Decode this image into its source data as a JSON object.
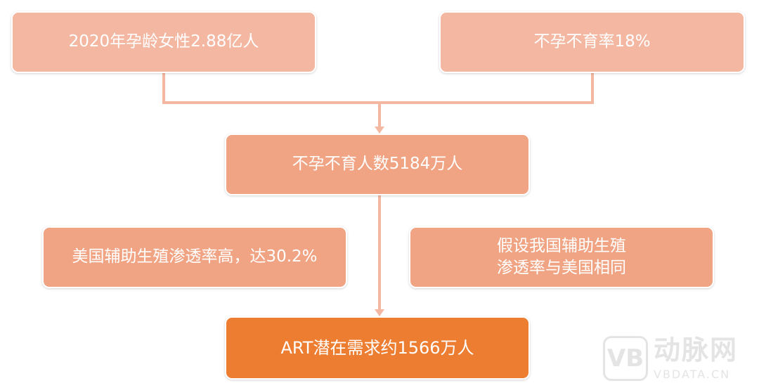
{
  "boxes": {
    "top_left": "2020年孕龄女性2.88亿人",
    "top_right": "不孕不育率18%",
    "middle": "不孕不育人数5184万人",
    "left_note": "美国辅助生殖渗透率高，达30.2%",
    "right_note": [
      "假设我国辅助生殖",
      "渗透率与美国相同"
    ],
    "result": "ART潜在需求约1566万人"
  },
  "colors": {
    "light_box": "#f4b8a2",
    "mid_box": "#f0a483",
    "result_box": "#ed7d31",
    "connector": "#f4b8a2"
  },
  "watermark": {
    "logo_letters": "VB",
    "name_cn": "动脉网",
    "name_en": "VBDATA.CN"
  }
}
